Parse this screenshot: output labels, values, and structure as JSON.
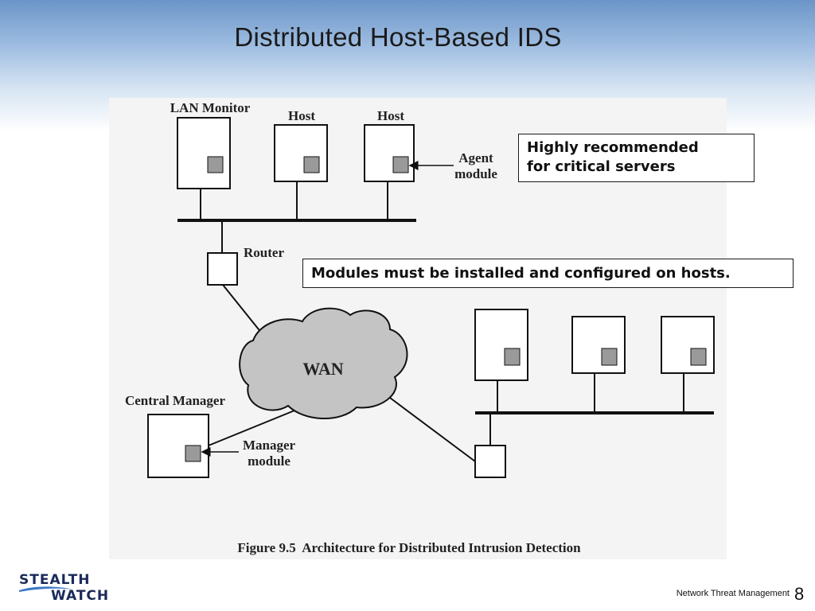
{
  "slide": {
    "title": "Distributed Host-Based IDS",
    "footer": "Network Threat Management",
    "page_number": "8"
  },
  "logo": {
    "line1": "STEALTH",
    "line2": "WATCH",
    "brand_color": "#1a2a5a",
    "swoosh_color": "#3a78c8"
  },
  "diagram": {
    "labels": {
      "lan_monitor": "LAN Monitor",
      "host_1": "Host",
      "host_2": "Host",
      "agent_line1": "Agent",
      "agent_line2": "module",
      "router": "Router",
      "wan": "WAN",
      "central_manager": "Central Manager",
      "manager_line1": "Manager",
      "manager_line2": "module"
    },
    "caption": "Figure 9.5  Architecture for Distributed Intrusion Detection"
  },
  "callouts": {
    "critical_line1": "Highly recommended",
    "critical_line2": "for critical servers",
    "modules": "Modules must be installed and configured on hosts."
  },
  "colors": {
    "module_fill": "#9a9a9a",
    "cloud_fill": "#c4c4c4",
    "panel_bg": "#f4f4f4",
    "line": "#111111"
  }
}
